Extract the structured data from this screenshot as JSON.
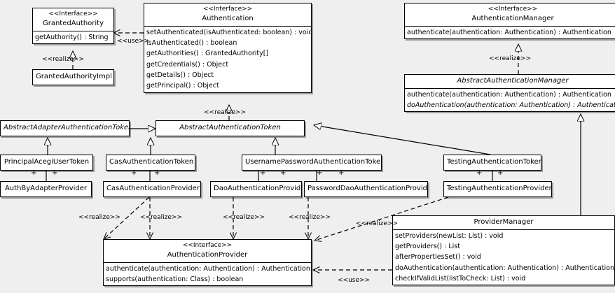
{
  "diagram": {
    "kind": "uml-class-diagram",
    "background_color": "#efefef",
    "box_fill": "#ffffff",
    "line_color": "#000000",
    "stereotype_interface": "<<Interface>>",
    "label_realize": "<<realize>>",
    "label_use": "<<use>>",
    "association_end": "+"
  },
  "classes": {
    "granted_authority": {
      "stereotype": "<<Interface>>",
      "name": "GrantedAuthority",
      "members": [
        "getAuthority() : String"
      ]
    },
    "granted_authority_impl": {
      "name": "GrantedAuthorityImpl",
      "members": []
    },
    "authentication": {
      "stereotype": "<<Interface>>",
      "name": "Authentication",
      "members": [
        "setAuthenticated(isAuthenticated: boolean) : void",
        "isAuthenticated() : boolean",
        "getAuthorities() : GrantedAuthority[]",
        "getCredentials() : Object",
        "getDetails() : Object",
        "getPrincipal() : Object"
      ]
    },
    "authentication_manager": {
      "stereotype": "<<Interface>>",
      "name": "AuthenticationManager",
      "members": [
        "authenticate(authentication: Authentication) : Authentication"
      ]
    },
    "abstract_authentication_manager": {
      "name": "AbstractAuthenticationManager",
      "abstract": true,
      "members": [
        "authenticate(authentication: Authentication) : Authentication",
        "doAuthentication(authentication: Authentication) : Authentication"
      ],
      "member_abstract_flags": [
        false,
        true
      ]
    },
    "abstract_adapter_authentication_token": {
      "name": "AbstractAdapterAuthenticationToken",
      "abstract": true,
      "members": []
    },
    "abstract_authentication_token": {
      "name": "AbstractAuthenticationToken",
      "abstract": true,
      "members": []
    },
    "principal_acegi_user_token": {
      "name": "PrincipalAcegiUserToken",
      "members": []
    },
    "cas_authentication_token": {
      "name": "CasAuthenticationToken",
      "members": []
    },
    "username_password_authentication_token": {
      "name": "UsernamePasswordAuthenticationToken",
      "members": []
    },
    "testing_authentication_token": {
      "name": "TestingAuthenticationToken",
      "members": []
    },
    "auth_by_adapter_provider": {
      "name": "AuthByAdapterProvider",
      "members": []
    },
    "cas_authentication_provider": {
      "name": "CasAuthenticationProvider",
      "members": []
    },
    "dao_authentication_provider": {
      "name": "DaoAuthenticationProvider",
      "members": []
    },
    "password_dao_authentication_provider": {
      "name": "PasswordDaoAuthenticationProvider",
      "members": []
    },
    "testing_authentication_provider": {
      "name": "TestingAuthenticationProvider",
      "members": []
    },
    "authentication_provider": {
      "stereotype": "<<Interface>>",
      "name": "AuthenticationProvider",
      "members": [
        "authenticate(authentication: Authentication) : Authentication",
        "supports(authentication: Class) : boolean"
      ]
    },
    "provider_manager": {
      "name": "ProviderManager",
      "members": [
        "setProviders(newList: List) : void",
        "getProviders() : List",
        "afterPropertiesSet() : void",
        "doAuthentication(authentication: Authentication) : Authentication",
        "checkIfValidList(listToCheck: List) : void"
      ]
    }
  },
  "relationship_labels": {
    "use_authentication_grantedauthority": "<<use>>",
    "realize_grantedauthorityimpl": "<<realize>>",
    "realize_abstractauthenticationtoken": "<<realize>>",
    "realize_abstractauthenticationmanager": "<<realize>>",
    "realize_authbyadapter": "<<realize>>",
    "realize_cas": "<<realize>>",
    "realize_dao": "<<realize>>",
    "realize_passworddao": "<<realize>>",
    "realize_testing": "<<realize>>",
    "use_providermanager_authenticationprovider": "<<use>>"
  },
  "association_plus": [
    "+",
    "+",
    "+",
    "+",
    "+",
    "+",
    "+",
    "+",
    "+",
    "+",
    "+",
    "+"
  ]
}
